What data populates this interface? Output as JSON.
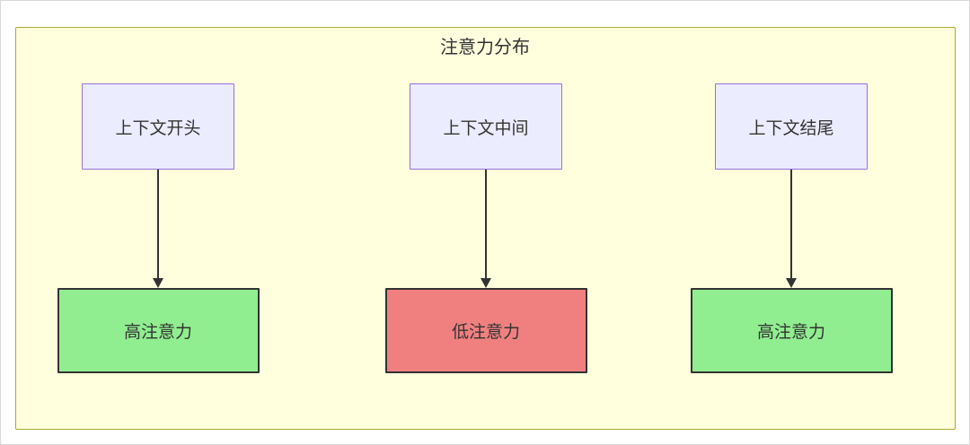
{
  "diagram": {
    "title": "注意力分布",
    "columns": [
      {
        "source": "上下文开头",
        "target": "高注意力",
        "target_color": "#90ee90"
      },
      {
        "source": "上下文中间",
        "target": "低注意力",
        "target_color": "#f08080"
      },
      {
        "source": "上下文结尾",
        "target": "高注意力",
        "target_color": "#90ee90"
      }
    ],
    "colors": {
      "container_bg": "#ffffde",
      "container_border": "#aaaa33",
      "source_bg": "#ececff",
      "source_border": "#9370db",
      "high_attention": "#90ee90",
      "low_attention": "#f08080",
      "node_border": "#333333"
    }
  }
}
